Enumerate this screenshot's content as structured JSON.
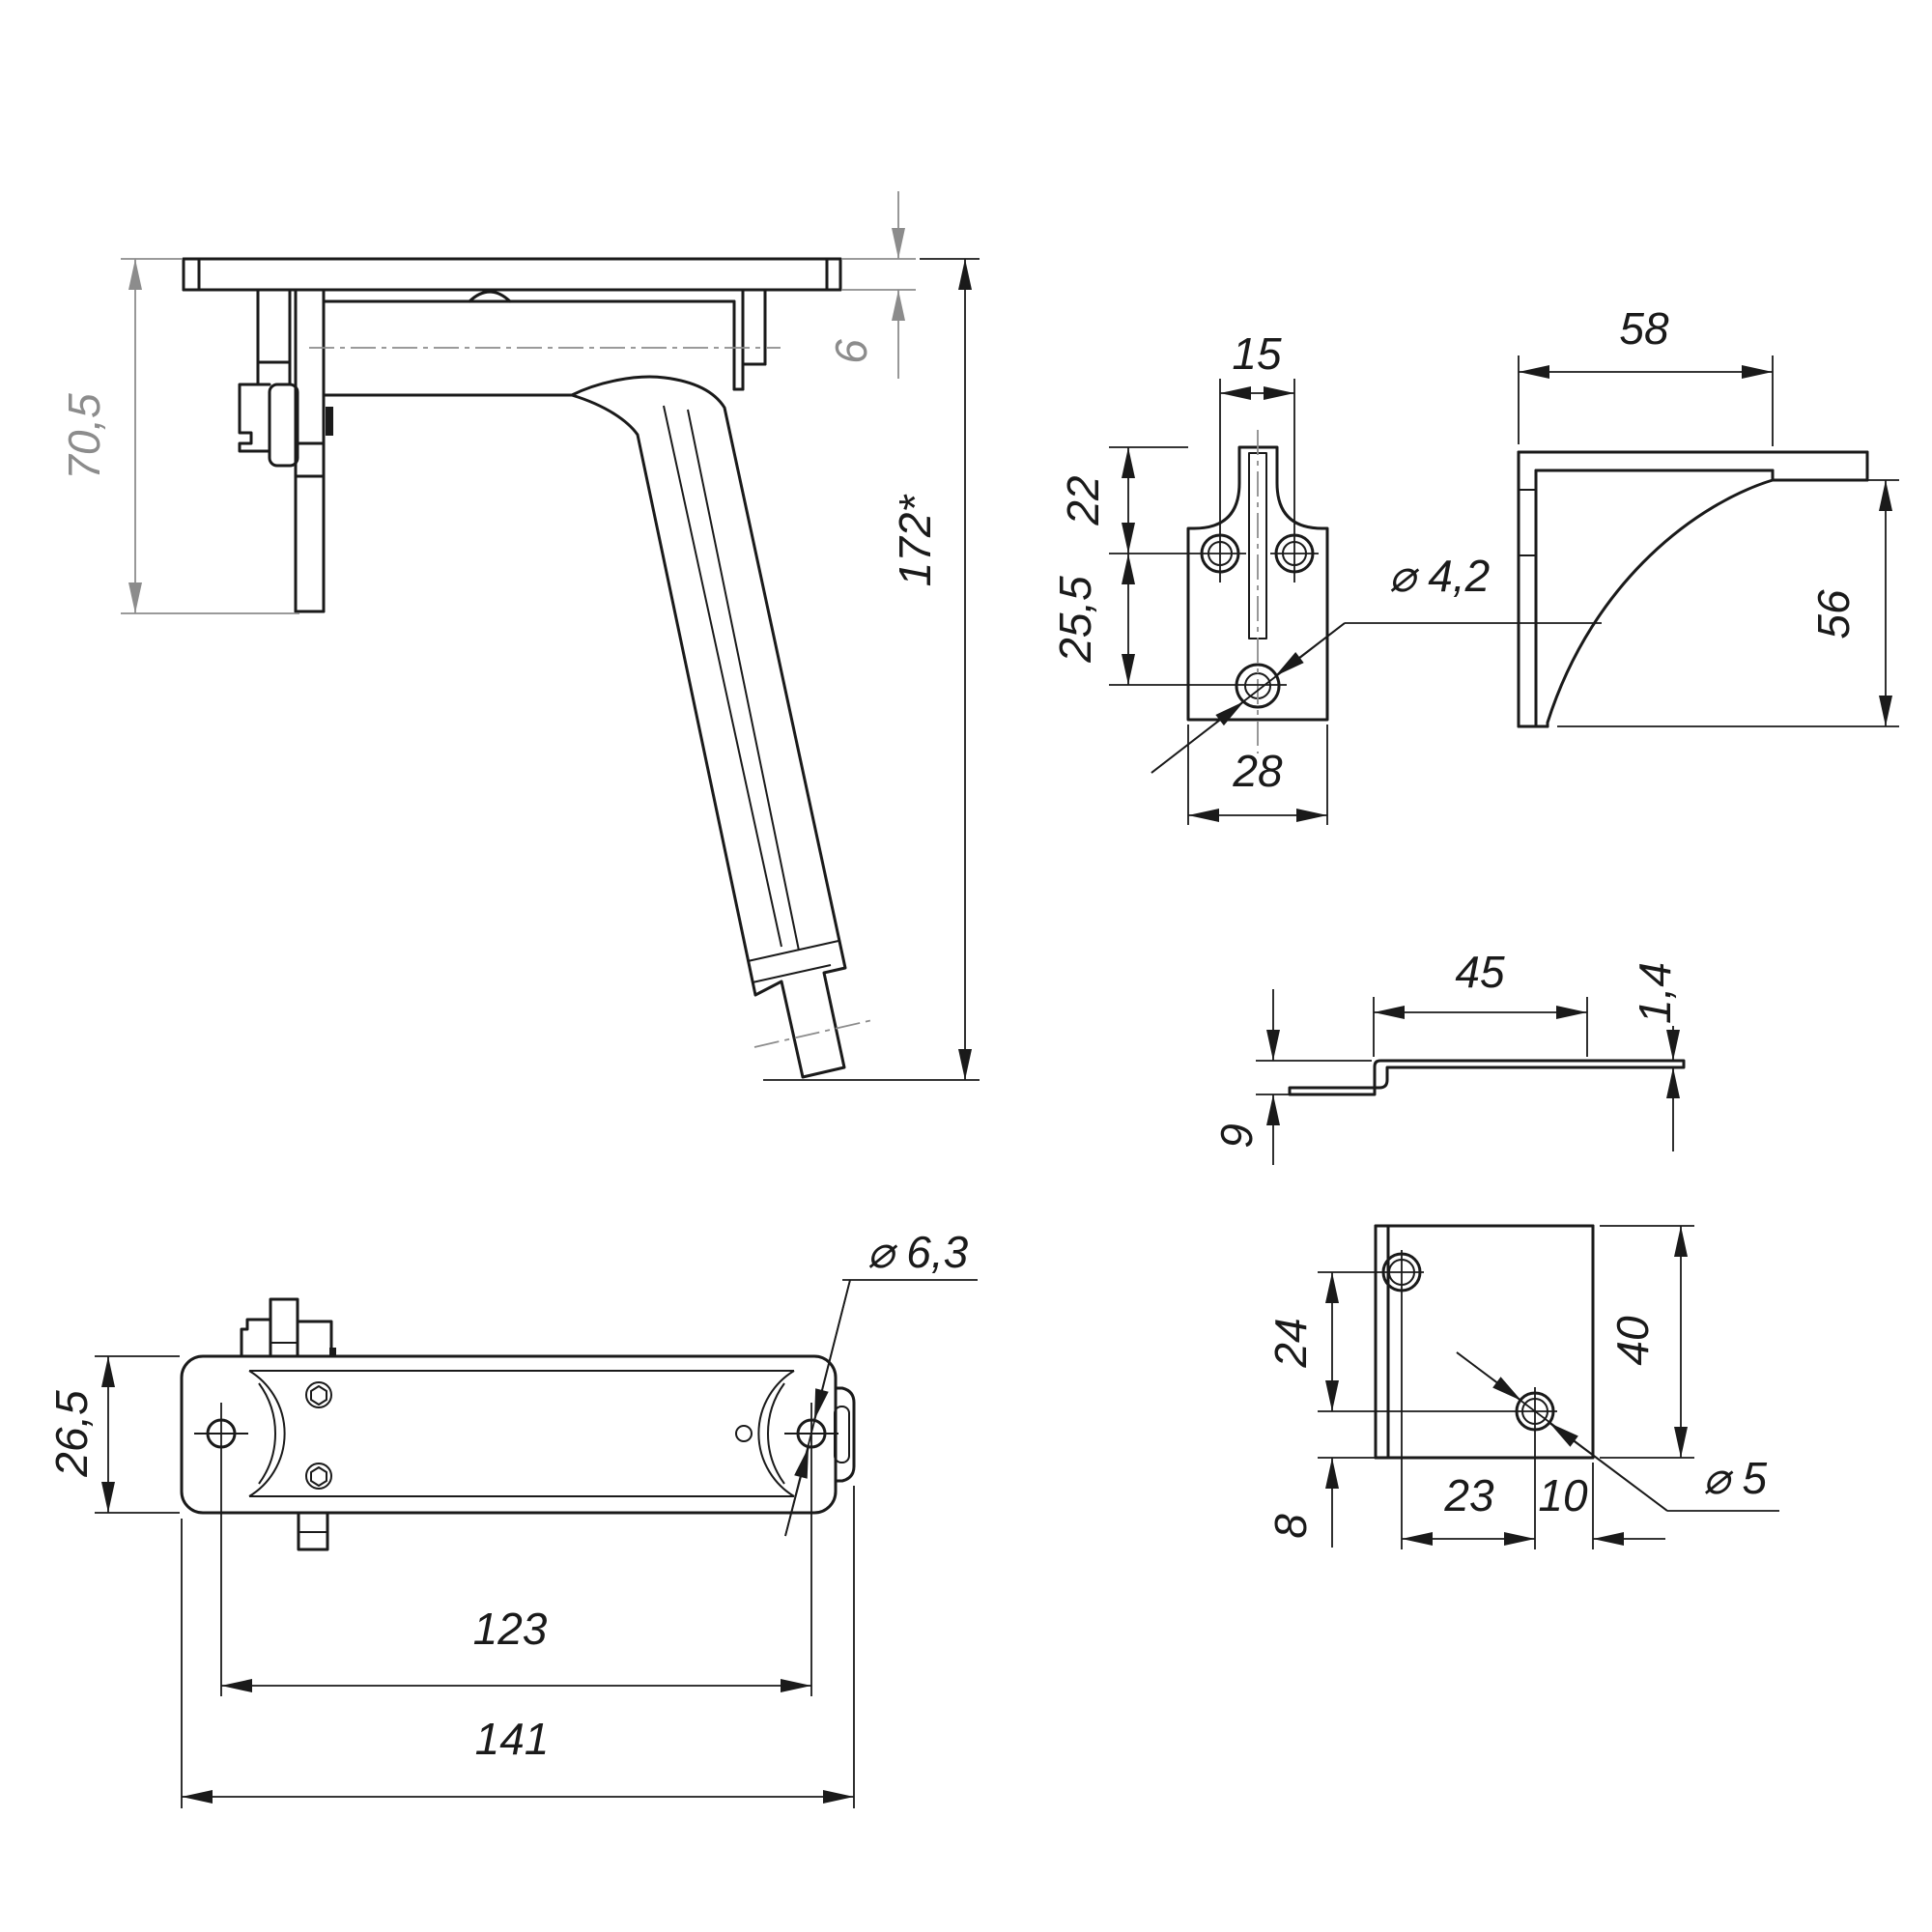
{
  "drawing_title": "bracket-technical-drawing",
  "colors": {
    "outline": "#1a1a1a",
    "dimension_gray": "#8c8c8c",
    "background": "#ffffff"
  },
  "views": {
    "side": {
      "dims": {
        "height": "70,5",
        "plate_thickness": "6",
        "overall_length": "172*"
      }
    },
    "mount_plate": {
      "dims": {
        "hole_spacing": "15",
        "top_to_holes": "22",
        "hole_to_hole": "25,5",
        "hole_dia": "⌀ 4,2",
        "width": "28"
      }
    },
    "corner_bracket": {
      "dims": {
        "depth": "58",
        "height": "56"
      }
    },
    "cover_strip": {
      "dims": {
        "flat_length": "45",
        "thickness": "1,4",
        "bend_height": "9"
      }
    },
    "angle_plate": {
      "dims": {
        "hole_pitch_vertical": "24",
        "height": "40",
        "bottom_offset": "8",
        "hole_pitch_horizontal": "23",
        "edge_offset": "10",
        "hole_dia": "⌀ 5"
      }
    },
    "top": {
      "dims": {
        "width": "26,5",
        "hole_dia": "⌀ 6,3",
        "hole_pitch": "123",
        "overall_length": "141"
      }
    }
  }
}
